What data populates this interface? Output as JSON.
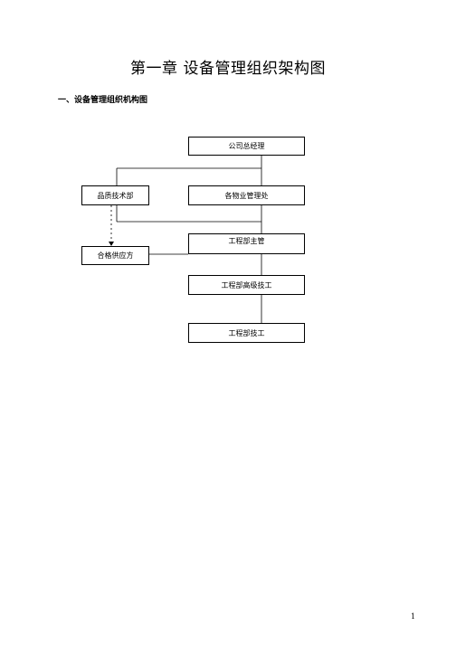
{
  "document": {
    "title": "第一章   设备管理组织架构图",
    "section_heading": "一、设备管理组织机构图",
    "page_number": "1"
  },
  "org_chart": {
    "nodes": {
      "general_manager": "公司总经理",
      "quality_tech_dept": "品质技术部",
      "property_mgmt_office": "各物业管理处",
      "engineering_supervisor": "工程部主管",
      "qualified_supplier": "合格供应方",
      "senior_technician": "工程部高级技工",
      "technician": "工程部技工"
    }
  }
}
